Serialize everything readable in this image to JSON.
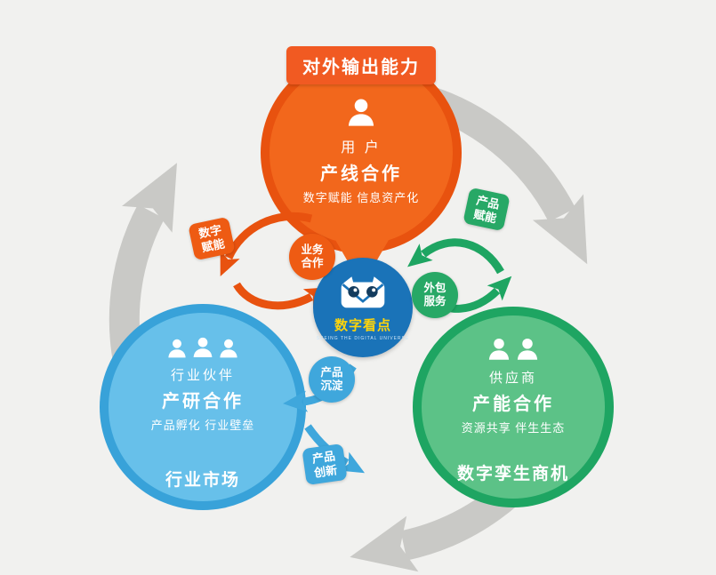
{
  "colors": {
    "background": "#f1f1ef",
    "orange_ring": "#e8520f",
    "orange_fill": "#f2671c",
    "blue_ring": "#38a2d9",
    "blue_fill": "#67c0ea",
    "green_ring": "#1ea562",
    "green_fill": "#5cc287",
    "hub_blue": "#1a73b8",
    "logo_yellow": "#ffd40a",
    "cycle_gray": "#c9c9c6"
  },
  "top_circle": {
    "banner": "对外输出能力",
    "role": "用 户",
    "title": "产线合作",
    "subtitle": "数字赋能 信息资产化"
  },
  "left_circle": {
    "role": "行业伙伴",
    "title": "产研合作",
    "subtitle": "产品孵化 行业壁垒",
    "footer": "行业市场"
  },
  "right_circle": {
    "role": "供应商",
    "title": "产能合作",
    "subtitle": "资源共享 伴生生态",
    "footer": "数字孪生商机"
  },
  "hub": {
    "brand": "数字看点",
    "tagline": "SEEING THE DIGITAL UNIVERSE"
  },
  "flow_labels": {
    "digital_empower": {
      "l1": "数字",
      "l2": "赋能"
    },
    "business_coop": {
      "l1": "业务",
      "l2": "合作"
    },
    "product_empower": {
      "l1": "产品",
      "l2": "赋能"
    },
    "outsource_service": {
      "l1": "外包",
      "l2": "服务"
    },
    "product_deposit": {
      "l1": "产品",
      "l2": "沉淀"
    },
    "product_innovation": {
      "l1": "产品",
      "l2": "创新"
    }
  }
}
